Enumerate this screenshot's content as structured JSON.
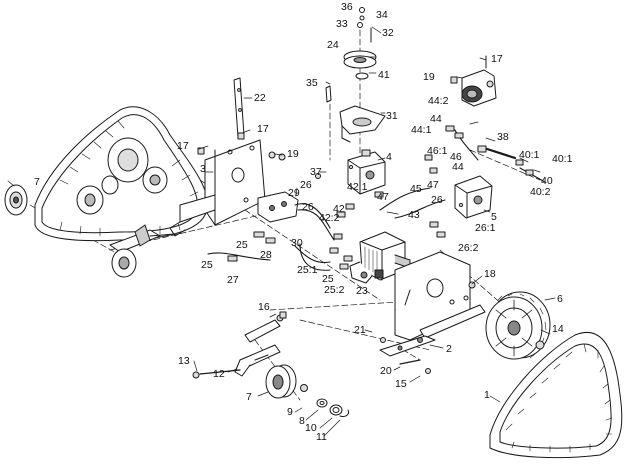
{
  "diagram": {
    "colors": {
      "line": "#1a1a1a",
      "part": "#ffffff",
      "shade": "#cfcfcf",
      "dark": "#555555"
    },
    "callouts": [
      {
        "id": "c36",
        "text": "36"
      },
      {
        "id": "c34",
        "text": "34"
      },
      {
        "id": "c33",
        "text": "33"
      },
      {
        "id": "c32",
        "text": "32"
      },
      {
        "id": "c24",
        "text": "24"
      },
      {
        "id": "c17a",
        "text": "17"
      },
      {
        "id": "c35",
        "text": "35"
      },
      {
        "id": "c41",
        "text": "41"
      },
      {
        "id": "c22",
        "text": "22"
      },
      {
        "id": "c19a",
        "text": "19"
      },
      {
        "id": "c31",
        "text": "31"
      },
      {
        "id": "c44_2",
        "text": "44:2"
      },
      {
        "id": "c17b",
        "text": "17"
      },
      {
        "id": "c44",
        "text": "44"
      },
      {
        "id": "c44_1",
        "text": "44:1"
      },
      {
        "id": "c38",
        "text": "38"
      },
      {
        "id": "c17c",
        "text": "17"
      },
      {
        "id": "c19b",
        "text": "19"
      },
      {
        "id": "c4",
        "text": "4"
      },
      {
        "id": "c46_1",
        "text": "46:1"
      },
      {
        "id": "c46",
        "text": "46"
      },
      {
        "id": "c40_1a",
        "text": "40:1"
      },
      {
        "id": "c40_1b",
        "text": "40:1"
      },
      {
        "id": "c3",
        "text": "3"
      },
      {
        "id": "c37",
        "text": "37"
      },
      {
        "id": "c44b",
        "text": "44"
      },
      {
        "id": "c40",
        "text": "40"
      },
      {
        "id": "c40_2",
        "text": "40:2"
      },
      {
        "id": "c7a",
        "text": "7"
      },
      {
        "id": "c29",
        "text": "29"
      },
      {
        "id": "c26a",
        "text": "26"
      },
      {
        "id": "c42_1",
        "text": "42:1"
      },
      {
        "id": "c45",
        "text": "45"
      },
      {
        "id": "c47a",
        "text": "47"
      },
      {
        "id": "c47b",
        "text": "47"
      },
      {
        "id": "c42",
        "text": "42"
      },
      {
        "id": "c26b",
        "text": "26"
      },
      {
        "id": "c42_2",
        "text": "42:2"
      },
      {
        "id": "c43",
        "text": "43"
      },
      {
        "id": "c5",
        "text": "5"
      },
      {
        "id": "c26_1",
        "text": "26:1"
      },
      {
        "id": "c26c",
        "text": "26"
      },
      {
        "id": "c25a",
        "text": "25"
      },
      {
        "id": "c30",
        "text": "30"
      },
      {
        "id": "c26_2",
        "text": "26:2"
      },
      {
        "id": "c28",
        "text": "28"
      },
      {
        "id": "c25b",
        "text": "25"
      },
      {
        "id": "c25_1",
        "text": "25:1"
      },
      {
        "id": "c27",
        "text": "27"
      },
      {
        "id": "c25c",
        "text": "25"
      },
      {
        "id": "c18",
        "text": "18"
      },
      {
        "id": "c23",
        "text": "23"
      },
      {
        "id": "c25_2",
        "text": "25:2"
      },
      {
        "id": "c6",
        "text": "6"
      },
      {
        "id": "c16",
        "text": "16"
      },
      {
        "id": "c21",
        "text": "21"
      },
      {
        "id": "c14",
        "text": "14"
      },
      {
        "id": "c2",
        "text": "2"
      },
      {
        "id": "c13",
        "text": "13"
      },
      {
        "id": "c12",
        "text": "12"
      },
      {
        "id": "c20",
        "text": "20"
      },
      {
        "id": "c15",
        "text": "15"
      },
      {
        "id": "c7b",
        "text": "7"
      },
      {
        "id": "c1",
        "text": "1"
      },
      {
        "id": "c9",
        "text": "9"
      },
      {
        "id": "c8",
        "text": "8"
      },
      {
        "id": "c10",
        "text": "10"
      },
      {
        "id": "c11",
        "text": "11"
      }
    ]
  }
}
